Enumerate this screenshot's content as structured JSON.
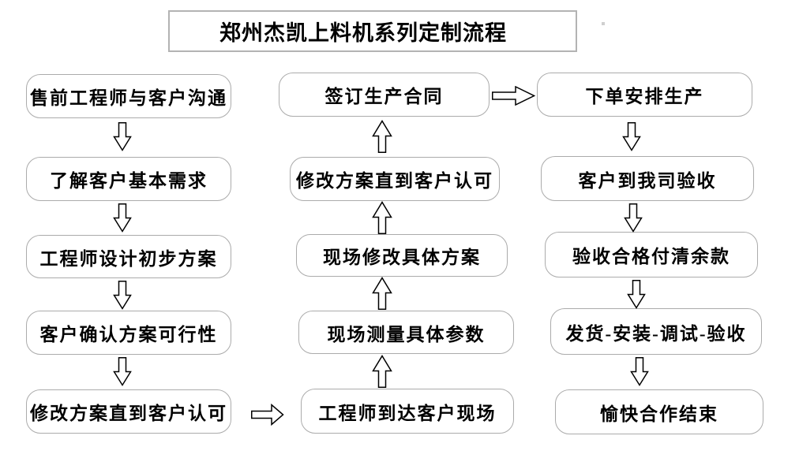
{
  "title": "郑州杰凯上料机系列定制流程",
  "flow": {
    "left_column": [
      "售前工程师与客户沟通",
      "了解客户基本需求",
      "工程师设计初步方案",
      "客户确认方案可行性",
      "修改方案直到客户认可"
    ],
    "middle_column": [
      "签订生产合同",
      "修改方案直到客户认可",
      "现场修改具体方案",
      "现场测量具体参数",
      "工程师到达客户现场"
    ],
    "right_column": [
      "下单安排生产",
      "客户到我司验收",
      "验收合格付清余款",
      "发货-安装-调试-验收",
      "愉快合作结束"
    ]
  },
  "flow_directions": {
    "left_column": "top-to-bottom",
    "middle_column": "bottom-to-top",
    "right_column": "top-to-bottom",
    "link_1": "left-bottom to middle-bottom",
    "link_2": "middle-top to right-top"
  },
  "colors": {
    "background": "#ffffff",
    "box_border": "#ababab",
    "title_border": "#b3b3b3",
    "text": "#000000",
    "arrow_outline": "#000000",
    "arrow_fill": "#ffffff"
  }
}
